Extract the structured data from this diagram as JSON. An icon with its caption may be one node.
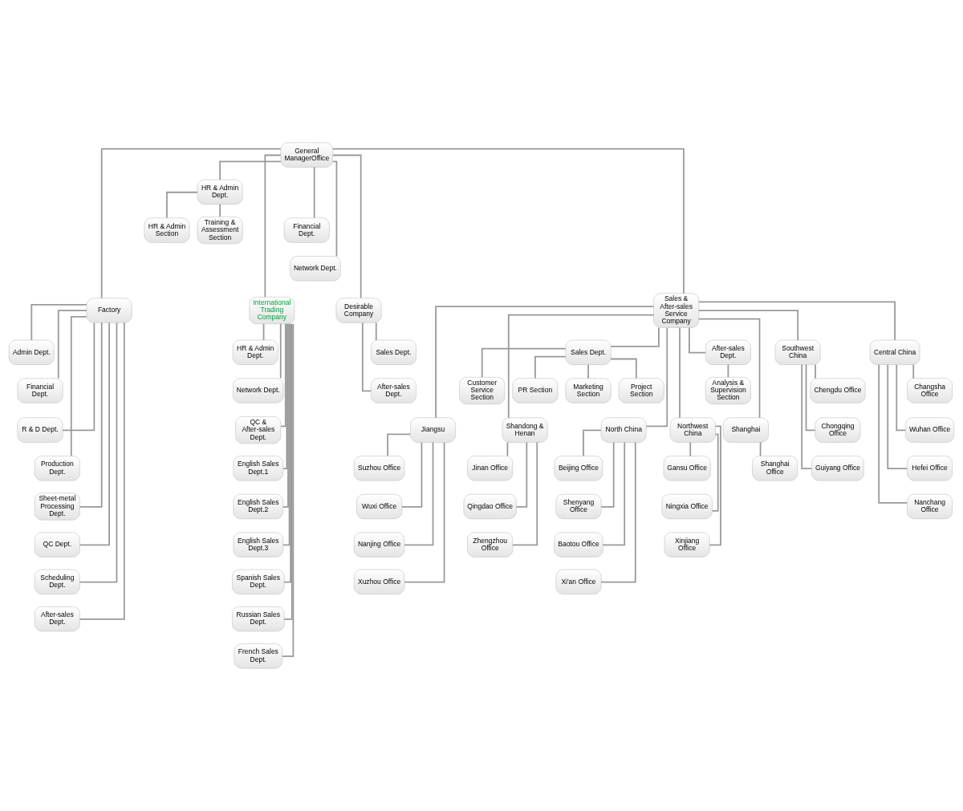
{
  "diagram": {
    "nodes": [
      {
        "text": [
          "General ManagerOffice"
        ]
      },
      {
        "text": [
          "HR & Admin Dept."
        ]
      },
      {
        "text": [
          "HR & Admin Section"
        ]
      },
      {
        "text": [
          "Training & Assessment Section"
        ]
      },
      {
        "text": [
          "Financial Dept."
        ]
      },
      {
        "text": [
          "Network Dept."
        ]
      },
      {
        "text": [
          "Factory"
        ]
      },
      {
        "text": [
          "International Trading Company"
        ]
      },
      {
        "text": [
          "Desirable Company"
        ]
      },
      {
        "text": [
          "Sales & After-sales Service Company"
        ]
      },
      {
        "text": [
          "Admin Dept."
        ]
      },
      {
        "text": [
          "Financial Dept."
        ]
      },
      {
        "text": [
          "R & D Dept."
        ]
      },
      {
        "text": [
          "Production Dept."
        ]
      },
      {
        "text": [
          "Sheet-metal Processing Dept."
        ]
      },
      {
        "text": [
          "QC Dept."
        ]
      },
      {
        "text": [
          "Scheduling Dept."
        ]
      },
      {
        "text": [
          "After-sales Dept."
        ]
      },
      {
        "text": [
          "HR & Admin Dept."
        ]
      },
      {
        "text": [
          "Network Dept."
        ]
      },
      {
        "text": [
          "QC & After-sales Dept."
        ]
      },
      {
        "text": [
          "English Sales Dept.1"
        ]
      },
      {
        "text": [
          "English Sales Dept.2"
        ]
      },
      {
        "text": [
          "English Sales Dept.3"
        ]
      },
      {
        "text": [
          "Spanish Sales Dept."
        ]
      },
      {
        "text": [
          "Russian Sales Dept."
        ]
      },
      {
        "text": [
          "French Sales Dept."
        ]
      },
      {
        "text": [
          "Sales Dept."
        ]
      },
      {
        "text": [
          "After-sales Dept."
        ]
      },
      {
        "text": [
          "After-sales Dept."
        ]
      },
      {
        "text": [
          "Sales Dept."
        ]
      },
      {
        "text": [
          "Analysis & Supervision Section"
        ]
      },
      {
        "text": [
          "Customer Service Section"
        ]
      },
      {
        "text": [
          "PR Section"
        ]
      },
      {
        "text": [
          "Marketing Section"
        ]
      },
      {
        "text": [
          "Project Section"
        ]
      },
      {
        "text": [
          "Shanghai"
        ]
      },
      {
        "text": [
          "Jiangsu"
        ]
      },
      {
        "text": [
          "Shandong & Henan"
        ]
      },
      {
        "text": [
          "North China"
        ]
      },
      {
        "text": [
          "Northwest China"
        ]
      },
      {
        "text": [
          "Southwest China"
        ]
      },
      {
        "text": [
          "Central China"
        ]
      },
      {
        "text": [
          "Shanghai Office"
        ]
      },
      {
        "text": [
          "Suzhou Office"
        ]
      },
      {
        "text": [
          "Wuxi Office"
        ]
      },
      {
        "text": [
          "Nanjing Office"
        ]
      },
      {
        "text": [
          "Xuzhou Office"
        ]
      },
      {
        "text": [
          "Jinan Office"
        ]
      },
      {
        "text": [
          "Qingdao Office"
        ]
      },
      {
        "text": [
          "Zhengzhou Office"
        ]
      },
      {
        "text": [
          "Beijing Office"
        ]
      },
      {
        "text": [
          "Shenyang Office"
        ]
      },
      {
        "text": [
          "Baotou Office"
        ]
      },
      {
        "text": [
          "Xi'an Office"
        ]
      },
      {
        "text": [
          "Gansu Office"
        ]
      },
      {
        "text": [
          "Ningxia Office"
        ]
      },
      {
        "text": [
          "Xinjiang Office"
        ]
      },
      {
        "text": [
          "Chengdu Office"
        ]
      },
      {
        "text": [
          "Chongqing Office"
        ]
      },
      {
        "text": [
          "Guiyang Office"
        ]
      },
      {
        "text": [
          "Changsha Office"
        ]
      },
      {
        "text": [
          "Wuhan Office"
        ]
      },
      {
        "text": [
          "Hefei Office"
        ]
      },
      {
        "text": [
          "Nanchang Office"
        ]
      }
    ],
    "edges": [
      {
        "from": 0,
        "to": 1,
        "arrow": "none"
      },
      {
        "from": 1,
        "to": 2,
        "arrow": "none"
      },
      {
        "from": 1,
        "to": 3,
        "arrow": "none"
      },
      {
        "from": 0,
        "to": 4,
        "arrow": "none"
      },
      {
        "from": 0,
        "to": 5,
        "arrow": "none"
      },
      {
        "from": 0,
        "to": 6,
        "arrow": "none"
      },
      {
        "from": 0,
        "to": 7,
        "arrow": "none"
      },
      {
        "from": 0,
        "to": 8,
        "arrow": "none"
      },
      {
        "from": 0,
        "to": 9,
        "arrow": "none"
      },
      {
        "from": 6,
        "to": 10,
        "arrow": "none"
      },
      {
        "from": 6,
        "to": 11,
        "arrow": "none"
      },
      {
        "from": 6,
        "to": 12,
        "arrow": "none"
      },
      {
        "from": 6,
        "to": 13,
        "arrow": "none"
      },
      {
        "from": 6,
        "to": 14,
        "arrow": "none"
      },
      {
        "from": 6,
        "to": 15,
        "arrow": "none"
      },
      {
        "from": 6,
        "to": 16,
        "arrow": "none"
      },
      {
        "from": 6,
        "to": 17,
        "arrow": "none"
      },
      {
        "from": 7,
        "to": 18,
        "arrow": "none"
      },
      {
        "from": 7,
        "to": 19,
        "arrow": "none"
      },
      {
        "from": 7,
        "to": 20,
        "arrow": "none"
      },
      {
        "from": 7,
        "to": 21,
        "arrow": "none"
      },
      {
        "from": 7,
        "to": 22,
        "arrow": "none"
      },
      {
        "from": 7,
        "to": 23,
        "arrow": "none"
      },
      {
        "from": 7,
        "to": 24,
        "arrow": "none"
      },
      {
        "from": 7,
        "to": 25,
        "arrow": "none"
      },
      {
        "from": 7,
        "to": 26,
        "arrow": "none"
      },
      {
        "from": 8,
        "to": 27,
        "arrow": "none"
      },
      {
        "from": 8,
        "to": 28,
        "arrow": "none"
      },
      {
        "from": 9,
        "to": 29,
        "arrow": "none"
      },
      {
        "from": 9,
        "to": 30,
        "arrow": "none"
      },
      {
        "from": 29,
        "to": 31,
        "arrow": "none"
      },
      {
        "from": 30,
        "to": 32,
        "arrow": "none"
      },
      {
        "from": 30,
        "to": 33,
        "arrow": "none"
      },
      {
        "from": 30,
        "to": 34,
        "arrow": "none"
      },
      {
        "from": 30,
        "to": 35,
        "arrow": "none"
      },
      {
        "from": 9,
        "to": 36,
        "arrow": "none"
      },
      {
        "from": 9,
        "to": 37,
        "arrow": "none"
      },
      {
        "from": 9,
        "to": 38,
        "arrow": "none"
      },
      {
        "from": 9,
        "to": 39,
        "arrow": "none"
      },
      {
        "from": 9,
        "to": 40,
        "arrow": "none"
      },
      {
        "from": 9,
        "to": 41,
        "arrow": "none"
      },
      {
        "from": 9,
        "to": 42,
        "arrow": "none"
      },
      {
        "from": 36,
        "to": 43,
        "arrow": "none"
      },
      {
        "from": 37,
        "to": 44,
        "arrow": "none"
      },
      {
        "from": 37,
        "to": 45,
        "arrow": "none"
      },
      {
        "from": 37,
        "to": 46,
        "arrow": "none"
      },
      {
        "from": 37,
        "to": 47,
        "arrow": "none"
      },
      {
        "from": 38,
        "to": 48,
        "arrow": "none"
      },
      {
        "from": 38,
        "to": 49,
        "arrow": "none"
      },
      {
        "from": 38,
        "to": 50,
        "arrow": "none"
      },
      {
        "from": 39,
        "to": 51,
        "arrow": "none"
      },
      {
        "from": 39,
        "to": 52,
        "arrow": "none"
      },
      {
        "from": 39,
        "to": 53,
        "arrow": "none"
      },
      {
        "from": 39,
        "to": 54,
        "arrow": "none"
      },
      {
        "from": 40,
        "to": 55,
        "arrow": "none"
      },
      {
        "from": 40,
        "to": 56,
        "arrow": "none"
      },
      {
        "from": 40,
        "to": 57,
        "arrow": "none"
      },
      {
        "from": 41,
        "to": 58,
        "arrow": "none"
      },
      {
        "from": 41,
        "to": 59,
        "arrow": "none"
      },
      {
        "from": 41,
        "to": 60,
        "arrow": "none"
      },
      {
        "from": 42,
        "to": 61,
        "arrow": "none"
      },
      {
        "from": 42,
        "to": 62,
        "arrow": "none"
      },
      {
        "from": 42,
        "to": 63,
        "arrow": "none"
      },
      {
        "from": 42,
        "to": 64,
        "arrow": "none"
      }
    ]
  }
}
